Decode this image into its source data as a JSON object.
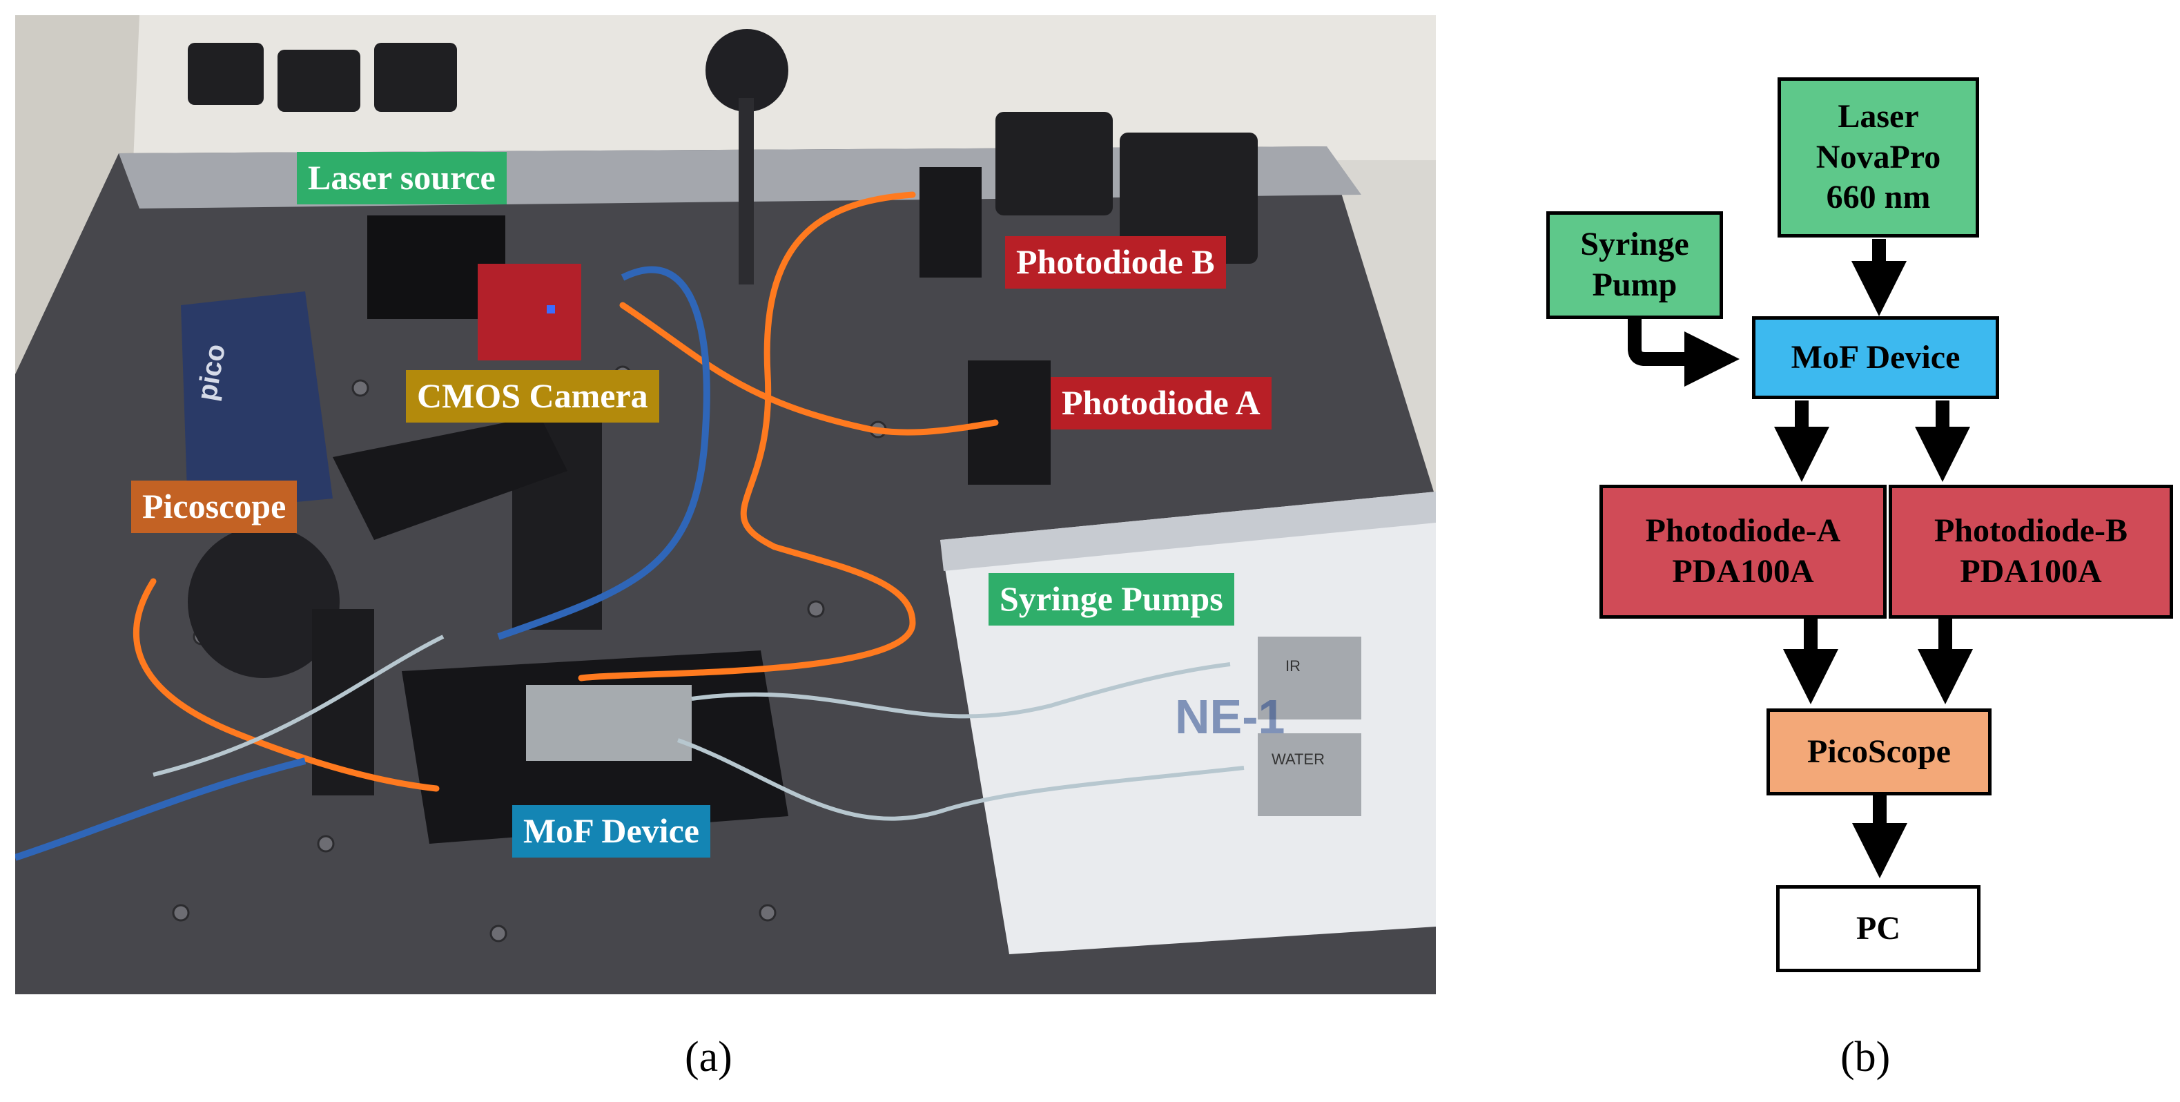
{
  "panel_a": {
    "caption": "(a)",
    "labels": {
      "laser_source": "Laser source",
      "photodiode_b": "Photodiode B",
      "cmos_camera": "CMOS Camera",
      "photodiode_a": "Photodiode A",
      "picoscope": "Picoscope",
      "syringe_pumps": "Syringe Pumps",
      "mof_device": "MoF Device"
    },
    "device_print": {
      "pico_brand": "pico",
      "pump_brand": "NE-1",
      "tube_ir": "IR",
      "tube_water": "WATER"
    }
  },
  "panel_b": {
    "caption": "(b)",
    "nodes": {
      "laser": "Laser\nNovaPro\n660 nm",
      "syringe": "Syringe\nPump",
      "mof": "MoF Device",
      "pd_a": "Photodiode-A\nPDA100A",
      "pd_b": "Photodiode-B\nPDA100A",
      "picoscope": "PicoScope",
      "pc": "PC"
    }
  },
  "colors": {
    "green": "#5ec88a",
    "blue": "#3db9ef",
    "red": "#d04b57",
    "orange": "#f3a878",
    "white": "#ffffff",
    "tag_green": "#2fae6a",
    "tag_red": "#b81f26",
    "tag_yellow": "#b38a0c",
    "tag_orange": "#c36224",
    "tag_blue": "#1485b4",
    "fiber": "#ff7a1f"
  }
}
